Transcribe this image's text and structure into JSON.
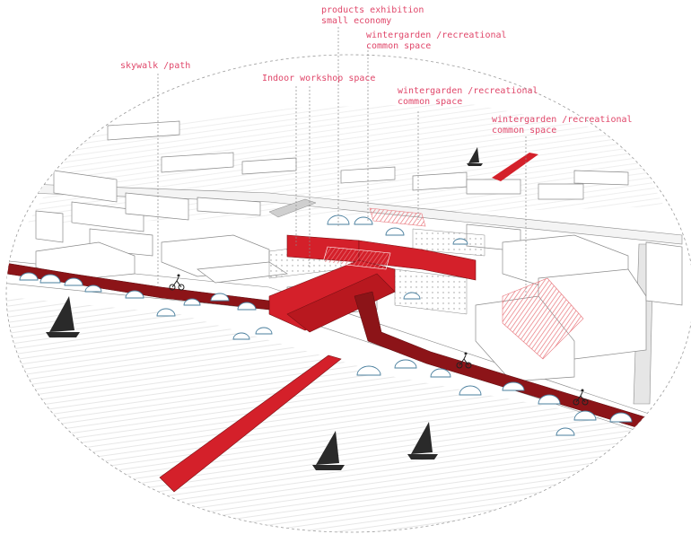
{
  "labels": {
    "products_exhibition": "products exhibition",
    "small_economy": "small economy",
    "wintergarden_1_line1": "wintergarden /recreational",
    "wintergarden_1_line2": "common space",
    "skywalk": "skywalk /path",
    "indoor_workshop": "Indoor workshop space",
    "wintergarden_2_line1": "wintergarden /recreational",
    "wintergarden_2_line2": "common space",
    "wintergarden_3_line1": "wintergarden /recreational",
    "wintergarden_3_line2": "common space"
  },
  "colors": {
    "accent_red": "#d4202a",
    "dark_red": "#8c1418",
    "label_pink": "#e0476a",
    "pale_red": "#f3b6b8",
    "tree_blue": "#4a7f9e",
    "line_gray": "#8a8a8a"
  },
  "icons": {
    "boat": "sailboat-icon",
    "cyclist": "bicycle-icon",
    "tree": "tree-canopy-icon"
  }
}
